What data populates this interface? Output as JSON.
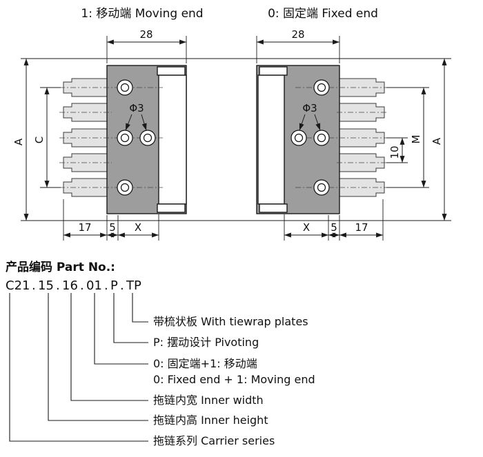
{
  "titles": {
    "moving_end": "1: 移动端 Moving end",
    "fixed_end": "0: 固定端 Fixed end"
  },
  "drawing": {
    "dim_28_left": "28",
    "dim_28_right": "28",
    "dia_left": "Φ3",
    "dia_right": "Φ3",
    "dim_A_left": "A",
    "dim_C": "C",
    "dim_10": "10",
    "dim_M": "M",
    "dim_A_right": "A",
    "dim_17_left": "17",
    "dim_5_left": "5",
    "dim_X_left": "X",
    "dim_X_right": "X",
    "dim_5_right": "5",
    "dim_17_right": "17"
  },
  "part_number": {
    "heading": "产品编码 Part No.:",
    "code": "C21.15.16.01.P.TP",
    "segments": [
      "C21",
      ".",
      "15",
      ".",
      "16",
      ".",
      "01",
      ".",
      "P",
      ".",
      "TP"
    ],
    "legend": [
      {
        "lines": [
          "带梳状板 With tiewrap plates"
        ]
      },
      {
        "lines": [
          "P: 摆动设计 Pivoting"
        ]
      },
      {
        "lines": [
          "0: 固定端+1: 移动端",
          "0: Fixed end + 1: Moving end"
        ]
      },
      {
        "lines": [
          "拖链内宽 Inner width"
        ]
      },
      {
        "lines": [
          "拖链内高 Inner height"
        ]
      },
      {
        "lines": [
          "拖链系列 Carrier series"
        ]
      }
    ]
  },
  "colors": {
    "bracket_gray": "#9d9d9d",
    "tooth_gray": "#e3e3e3",
    "line": "#1a1a1a"
  }
}
